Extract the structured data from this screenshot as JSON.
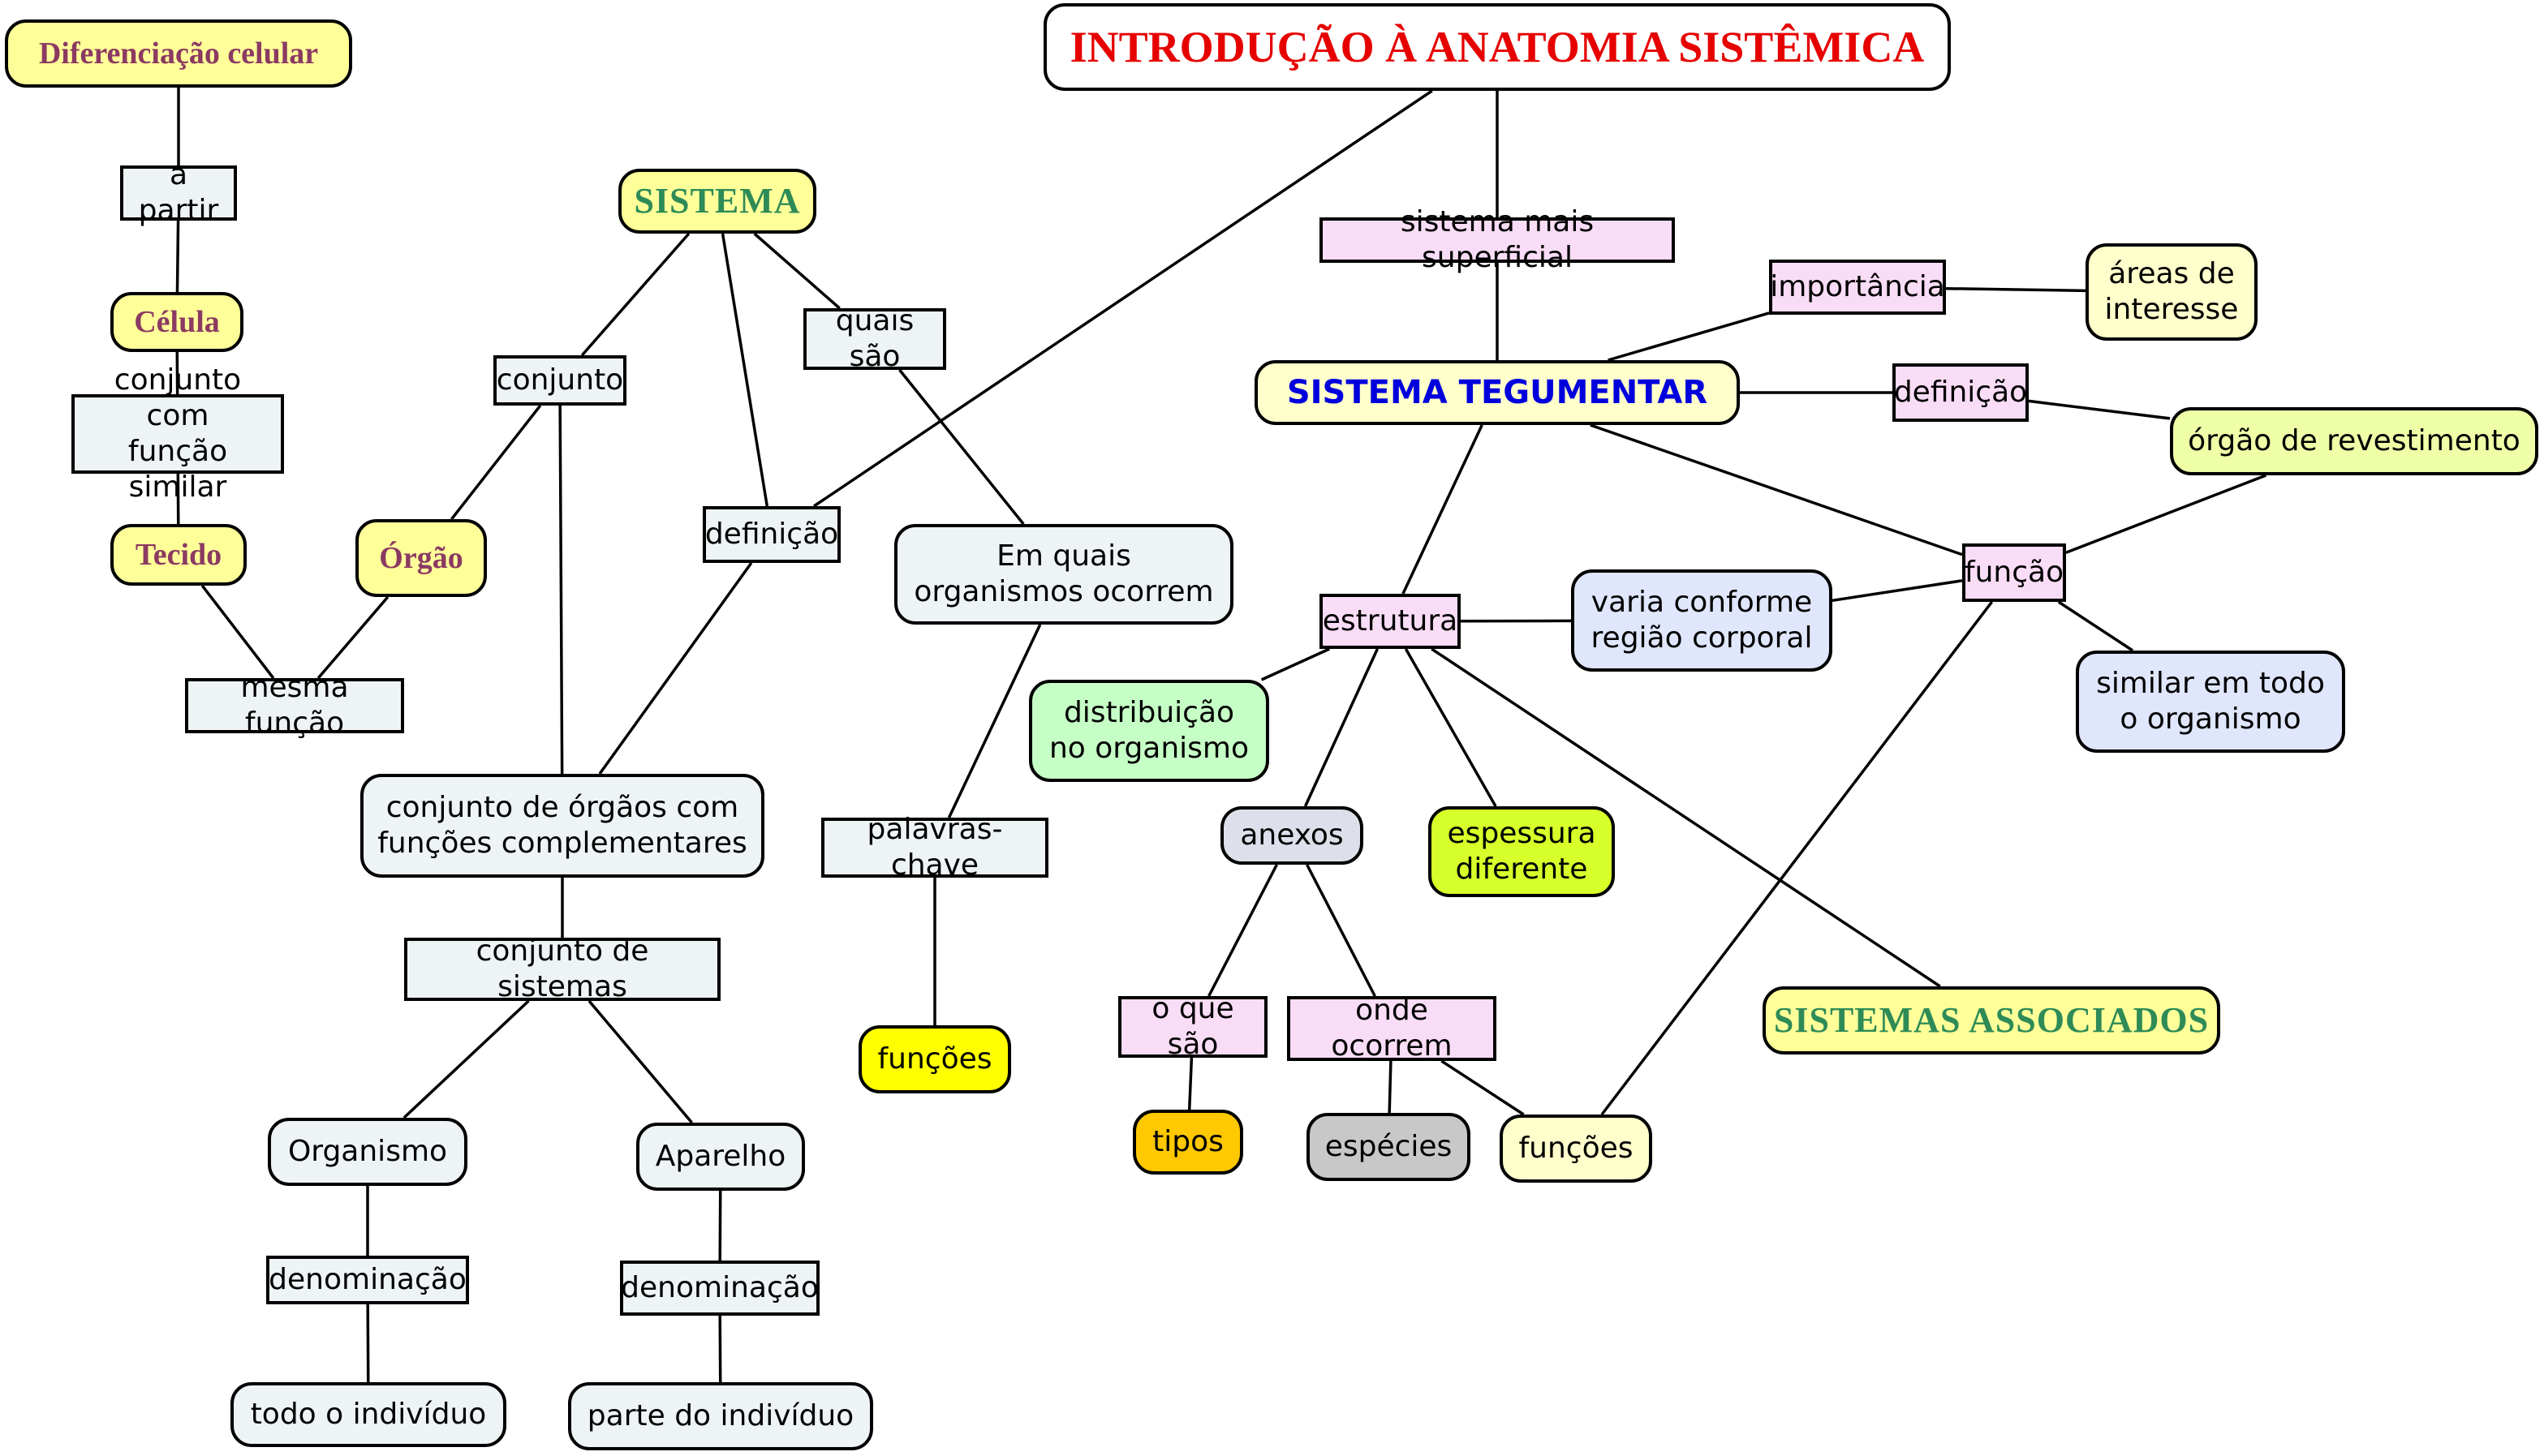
{
  "title": "INTRODUÇÃO À ANATOMIA SISTÊMICA",
  "colors": {
    "title_text": "#e60000",
    "concept_maroon": "#8b3a62",
    "heading_green": "#2e8b57",
    "heading_blue": "#0000dd",
    "linking_phrase_fill": "#eef3f5",
    "linking_phrase_pink": "#f9dcf5",
    "concept_yellow": "#ffff99"
  },
  "nodes": {
    "title": "INTRODUÇÃO À ANATOMIA SISTÊMICA",
    "diferenciacao": "Diferenciação celular",
    "a_partir": "a partir",
    "celula": "Célula",
    "conjunto_com": "conjunto com\nfunção similar",
    "tecido": "Tecido",
    "orgao": "Órgão",
    "mesma_funcao": "mesma função",
    "sistema": "SISTEMA",
    "conjunto": "conjunto",
    "quais_sao": "quais são",
    "definicao_left": "definição",
    "em_quais": "Em quais\norganismos ocorrem",
    "conjunto_orgaos": "conjunto de órgãos com\nfunções complementares",
    "conjunto_sistemas": "conjunto de sistemas",
    "palavras_chave": "palavras-chave",
    "funcoes_yellow": "funções",
    "organismo": "Organismo",
    "aparelho": "Aparelho",
    "denominacao_left": "denominação",
    "denominacao_right": "denominação",
    "todo_individuo": "todo o indivíduo",
    "parte_individuo": "parte do indivíduo",
    "sistema_superficial": "sistema mais superficial",
    "sistema_tegumentar": "SISTEMA TEGUMENTAR",
    "importancia": "importância",
    "areas_interesse": "áreas de\ninteresse",
    "definicao_right": "definição",
    "orgao_revestimento": "órgão de revestimento",
    "funcao": "função",
    "varia_conforme": "varia conforme\nregião corporal",
    "similar_todo": "similar em todo\no organismo",
    "estrutura": "estrutura",
    "distribuicao": "distribuição\nno organismo",
    "anexos": "anexos",
    "espessura": "espessura\ndiferente",
    "o_que_sao": "o que são",
    "onde_ocorrem": "onde ocorrem",
    "tipos": "tipos",
    "especies": "espécies",
    "funcoes_cream": "funções",
    "sistemas_associados": "SISTEMAS ASSOCIADOS"
  },
  "edges": [
    [
      "diferenciacao",
      "a_partir"
    ],
    [
      "a_partir",
      "celula"
    ],
    [
      "celula",
      "conjunto_com"
    ],
    [
      "conjunto_com",
      "tecido"
    ],
    [
      "tecido",
      "mesma_funcao"
    ],
    [
      "orgao",
      "mesma_funcao"
    ],
    [
      "conjunto",
      "orgao"
    ],
    [
      "sistema",
      "conjunto"
    ],
    [
      "sistema",
      "definicao_left"
    ],
    [
      "sistema",
      "quais_sao"
    ],
    [
      "conjunto",
      "conjunto_orgaos"
    ],
    [
      "definicao_left",
      "conjunto_orgaos"
    ],
    [
      "title",
      "definicao_left"
    ],
    [
      "quais_sao",
      "em_quais"
    ],
    [
      "em_quais",
      "palavras_chave"
    ],
    [
      "palavras_chave",
      "funcoes_yellow"
    ],
    [
      "conjunto_orgaos",
      "conjunto_sistemas"
    ],
    [
      "conjunto_sistemas",
      "organismo"
    ],
    [
      "conjunto_sistemas",
      "aparelho"
    ],
    [
      "organismo",
      "denominacao_left"
    ],
    [
      "denominacao_left",
      "todo_individuo"
    ],
    [
      "aparelho",
      "denominacao_right"
    ],
    [
      "denominacao_right",
      "parte_individuo"
    ],
    [
      "title",
      "sistema_superficial"
    ],
    [
      "sistema_superficial",
      "sistema_tegumentar"
    ],
    [
      "sistema_tegumentar",
      "importancia"
    ],
    [
      "importancia",
      "areas_interesse"
    ],
    [
      "sistema_tegumentar",
      "definicao_right"
    ],
    [
      "definicao_right",
      "orgao_revestimento"
    ],
    [
      "sistema_tegumentar",
      "funcao"
    ],
    [
      "orgao_revestimento",
      "funcao"
    ],
    [
      "funcao",
      "varia_conforme"
    ],
    [
      "funcao",
      "similar_todo"
    ],
    [
      "funcao",
      "funcoes_cream"
    ],
    [
      "sistema_tegumentar",
      "estrutura"
    ],
    [
      "estrutura",
      "varia_conforme"
    ],
    [
      "estrutura",
      "distribuicao"
    ],
    [
      "estrutura",
      "anexos"
    ],
    [
      "estrutura",
      "espessura"
    ],
    [
      "estrutura",
      "sistemas_associados"
    ],
    [
      "anexos",
      "o_que_sao"
    ],
    [
      "anexos",
      "onde_ocorrem"
    ],
    [
      "o_que_sao",
      "tipos"
    ],
    [
      "onde_ocorrem",
      "especies"
    ],
    [
      "onde_ocorrem",
      "funcoes_cream"
    ]
  ]
}
